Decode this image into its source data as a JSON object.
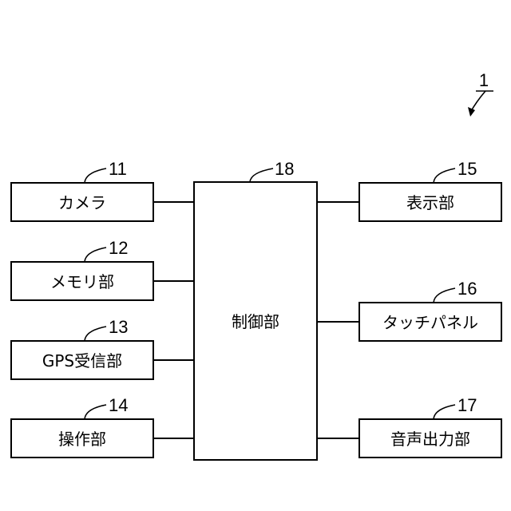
{
  "system": {
    "ref": "1"
  },
  "controller": {
    "ref": "18",
    "label": "制御部"
  },
  "left_blocks": [
    {
      "ref": "11",
      "label": "カメラ"
    },
    {
      "ref": "12",
      "label": "メモリ部"
    },
    {
      "ref": "13",
      "label": "GPS受信部"
    },
    {
      "ref": "14",
      "label": "操作部"
    }
  ],
  "right_blocks": [
    {
      "ref": "15",
      "label": "表示部"
    },
    {
      "ref": "16",
      "label": "タッチパネル"
    },
    {
      "ref": "17",
      "label": "音声出力部"
    }
  ]
}
